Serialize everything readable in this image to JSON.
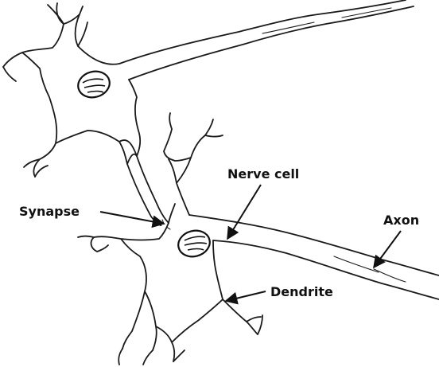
{
  "labels": {
    "nerve_cell": "Nerve cell",
    "synapse": "Synapse",
    "axon": "Axon",
    "dendrite": "Dendrite"
  },
  "colors": {
    "ink": "#111111",
    "background": "#ffffff"
  }
}
